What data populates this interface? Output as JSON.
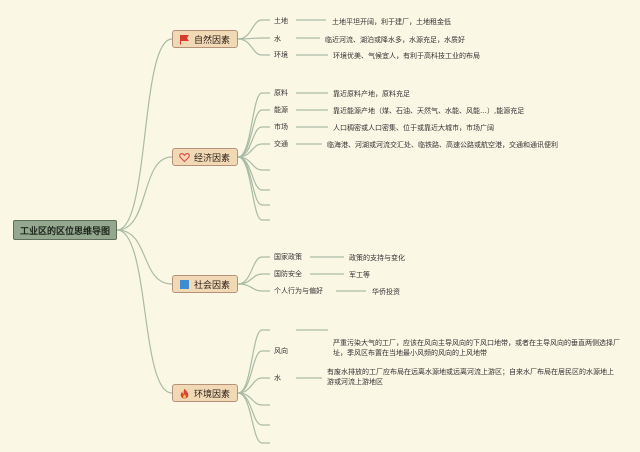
{
  "root": {
    "label": "工业区的区位思维导图"
  },
  "colors": {
    "line": "#a9bba6",
    "flag": "#d73b2e",
    "heart": "#d84b4b",
    "square": "#3d8bd1",
    "fire": "#d9452c"
  },
  "categories": [
    {
      "label": "自然因素",
      "icon": "flag-icon",
      "items": [
        {
          "label": "土地",
          "desc": "土地平坦开阔，利于建厂，土地租金低"
        },
        {
          "label": "水",
          "desc": "临近河流、湖泊或降水多，水源充足，水质好"
        },
        {
          "label": "环境",
          "desc": "环境优美、气候宜人，有利于高科技工业的布局"
        }
      ]
    },
    {
      "label": "经济因素",
      "icon": "heart-icon",
      "items": [
        {
          "label": "原料",
          "desc": "靠近原料产地，原料充足"
        },
        {
          "label": "能源",
          "desc": "靠近能源产地（煤、石油、天然气、水能、风能…）,能源充足"
        },
        {
          "label": "市场",
          "desc": "人口稠密或人口密集、位于或靠近大城市，市场广阔"
        },
        {
          "label": "交通",
          "desc": "临海港、河湖或河流交汇处、临铁路、高速公路或航空港，交通和通讯便利"
        }
      ]
    },
    {
      "label": "社会因素",
      "icon": "square-icon",
      "items": [
        {
          "label": "国家政策",
          "desc": "政策的支持与变化"
        },
        {
          "label": "国防安全",
          "desc": "军工等"
        },
        {
          "label": "个人行为与偏好",
          "desc": "华侨投资"
        }
      ]
    },
    {
      "label": "环境因素",
      "icon": "fire-icon",
      "items": [
        {
          "label": "风向",
          "desc": "严重污染大气的工厂，应该在风向主导风向的下风口地带，或者在主导风向的垂直两侧选择厂址，季风区布置在当地最小风频的风向的上风地带"
        },
        {
          "label": "水",
          "desc": "有废水排放的工厂应布局在远离水源地或远离河流上游区；自来水厂布局在居民区的水源地上游或河流上游地区"
        }
      ]
    }
  ]
}
